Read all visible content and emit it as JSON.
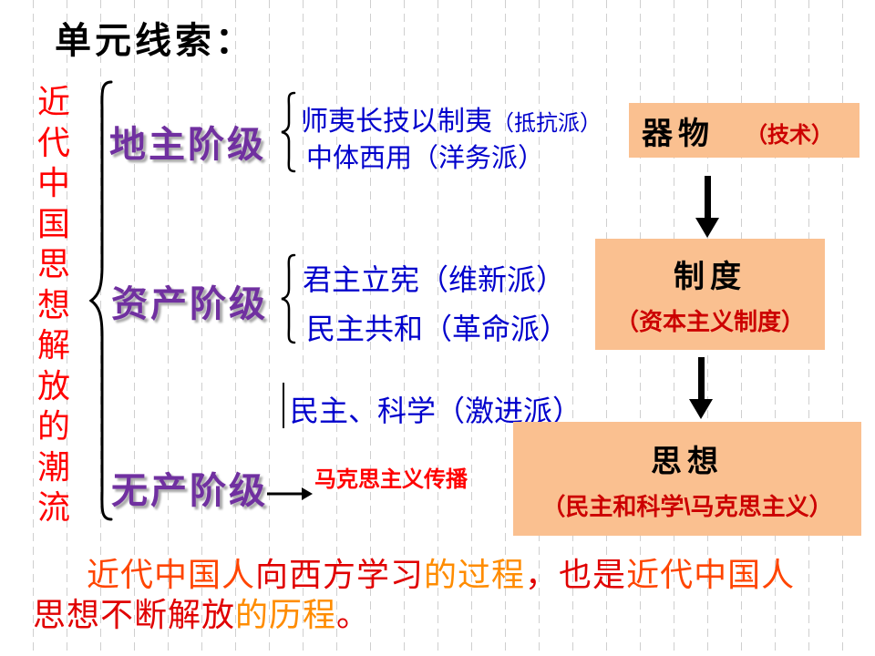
{
  "slide": {
    "title": "单元线索：",
    "left_axis": {
      "text": "近代中国思想解放的潮流",
      "color": "#ff0000"
    },
    "groups": [
      {
        "class_label": "地主阶级",
        "items": [
          {
            "main": "师夷长技以制夷",
            "note": "（抵抗派）"
          },
          {
            "main": "中体西用（洋务派）",
            "note": ""
          }
        ]
      },
      {
        "class_label": "资产阶级",
        "items": [
          {
            "main": "君主立宪（维新派）",
            "note": ""
          },
          {
            "main": "民主共和（革命派）",
            "note": ""
          }
        ]
      },
      {
        "class_label": "无产阶级",
        "items": [
          {
            "main": "马克思主义传播",
            "note": ""
          }
        ]
      }
    ],
    "radical_item": "民主、科学（激进派）",
    "stages": [
      {
        "name": "器物",
        "note": "（技术）"
      },
      {
        "name": "制度",
        "note": "（资本主义制度）"
      },
      {
        "name": "思想",
        "note": "（民主和科学\\马克思主义）"
      }
    ],
    "colors": {
      "class_label": "#7030a0",
      "item_text": "#0000cc",
      "stage_box_bg": "#fac090",
      "stage_note": "#cc0000",
      "axis_text": "#ff0000"
    },
    "summary": {
      "lines": [
        {
          "segments": [
            {
              "text": "近代中国人",
              "color": "#ff4500"
            },
            {
              "text": "向西方学习",
              "color": "#e00000"
            },
            {
              "text": "的过程",
              "color": "#ff8c00"
            },
            {
              "text": "，也是",
              "color": "#e00000"
            },
            {
              "text": "近代中国人",
              "color": "#ff4500"
            }
          ]
        },
        {
          "segments": [
            {
              "text": "思想不断解放",
              "color": "#e00000"
            },
            {
              "text": "的历程",
              "color": "#ff8c00"
            },
            {
              "text": "。",
              "color": "#e00000"
            }
          ]
        }
      ]
    }
  }
}
